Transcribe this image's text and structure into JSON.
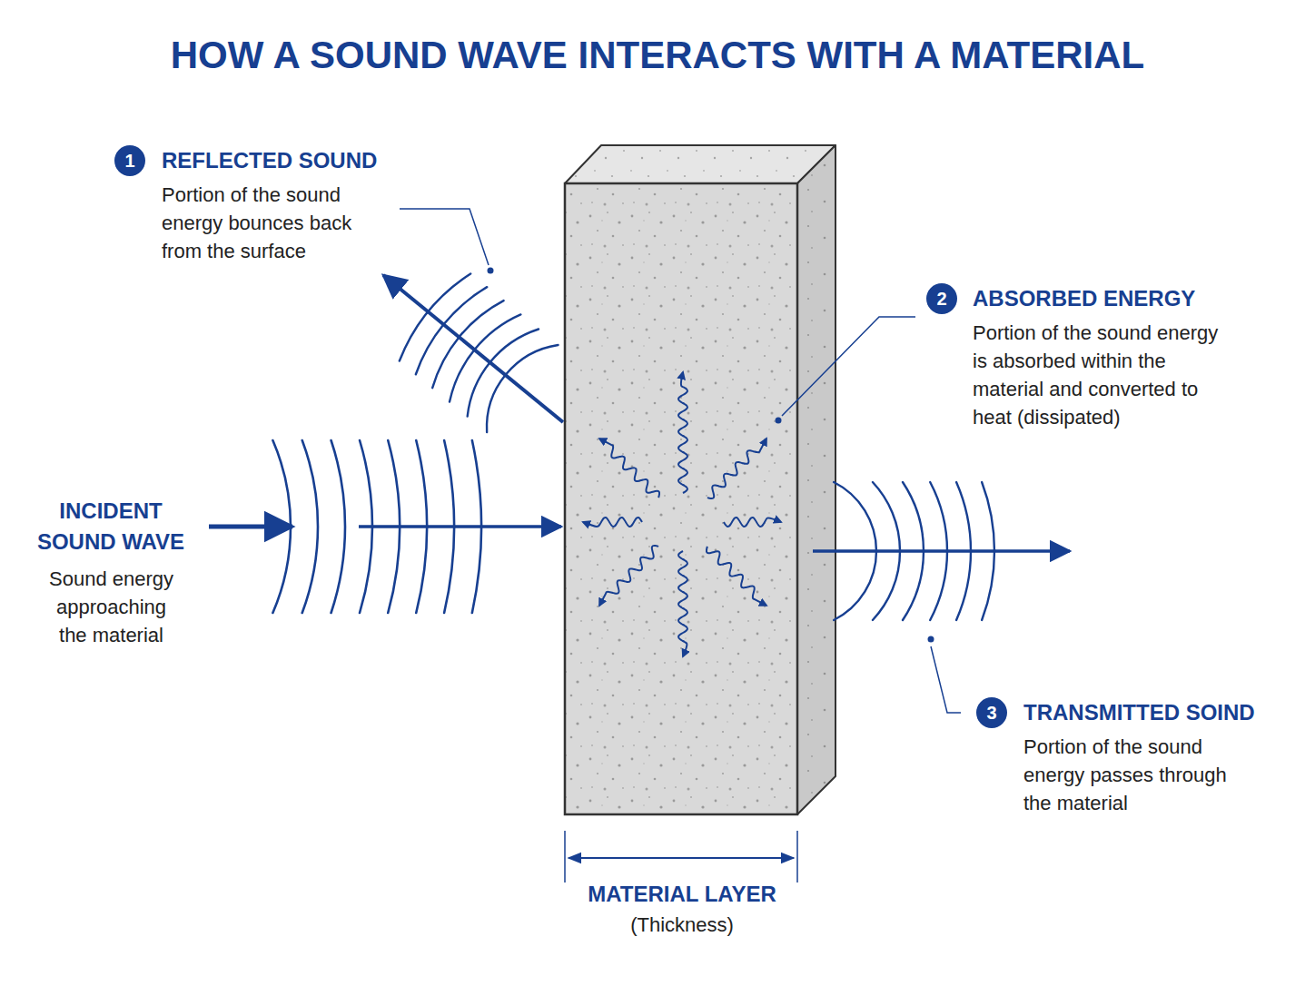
{
  "diagram": {
    "title": "HOW A SOUND WAVE INTERACTS WITH A MATERIAL",
    "nodes": [
      {
        "text": [
          "1"
        ]
      },
      {
        "text": [
          "2"
        ]
      },
      {
        "text": [
          "3"
        ]
      }
    ],
    "labels": [
      "REFLECTED SOUND",
      "Portion of the sound energy bounces back from the surface",
      "ABSORBED ENERGY",
      "Portion of the sound energy is absorbed within the material and converted to heat (dissipated)",
      "TRANSMITTED SOIND",
      "Portion of the sound energy passes through the material",
      "INCIDENT SOUND WAVE",
      "Sound energy approaching the material",
      "MATERIAL LAYER",
      "(Thickness)"
    ]
  }
}
